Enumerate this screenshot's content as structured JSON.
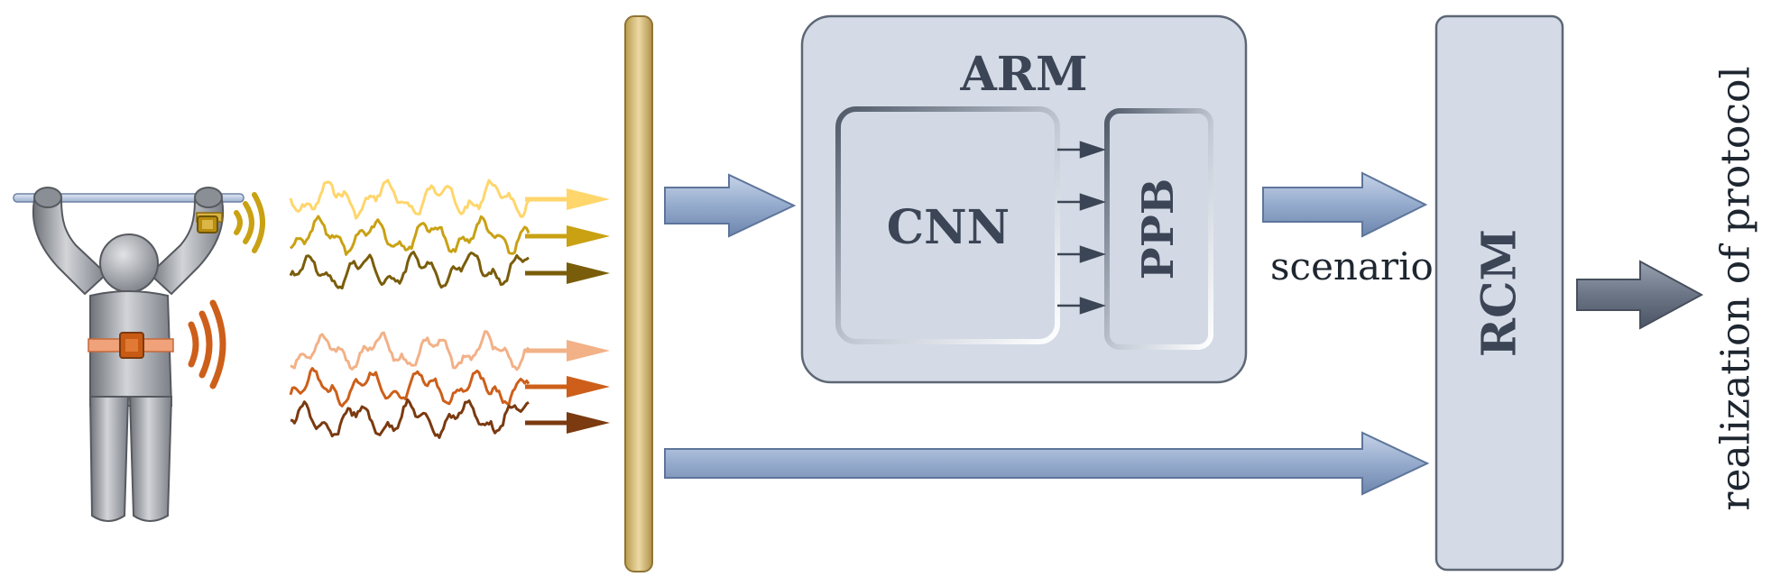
{
  "diagram": {
    "arm_label": "ARM",
    "cnn_label": "CNN",
    "ppb_label": "PPB",
    "rcm_label": "RCM",
    "scenario_label": "scenario",
    "output_label": "realization of protocol"
  },
  "colors": {
    "box_fill": "#d4dbe6",
    "box_stroke": "#5d6775",
    "bar_gold": "#d8c07e",
    "wrist_sensor": "#b98d0f",
    "belt_sensor": "#c85a14",
    "arrow_blue": "#8ea5c8",
    "arrow_dark": "#5a6577"
  },
  "signal_groups": [
    {
      "source": "wrist",
      "colors": [
        "#ffd66b",
        "#c9a113",
        "#7a5d0a"
      ]
    },
    {
      "source": "belt",
      "colors": [
        "#f2b187",
        "#cd5f1a",
        "#7b3a10"
      ]
    }
  ]
}
